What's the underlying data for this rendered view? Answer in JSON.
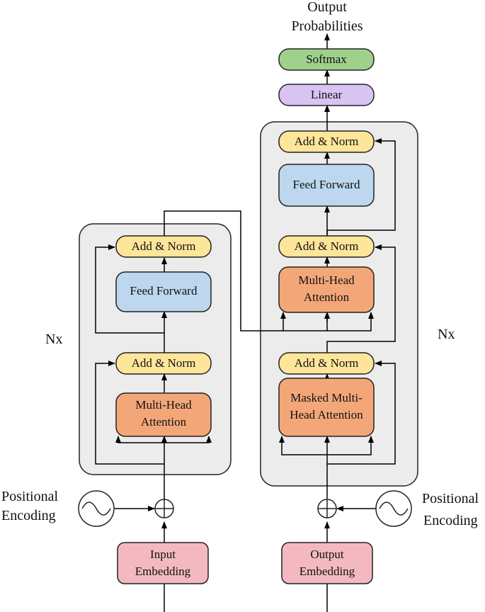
{
  "top_output": {
    "line1": "Output",
    "line2": "Probabilities"
  },
  "softmax": "Softmax",
  "linear": "Linear",
  "encoder": {
    "nx": "Nx",
    "add_norm": "Add & Norm",
    "feed_forward": "Feed Forward",
    "attention": {
      "line1": "Multi-Head",
      "line2": "Attention"
    },
    "positional": {
      "line1": "Positional",
      "line2": "Encoding"
    },
    "embedding": {
      "line1": "Input",
      "line2": "Embedding"
    }
  },
  "decoder": {
    "nx": "Nx",
    "add_norm": "Add & Norm",
    "feed_forward": "Feed Forward",
    "cross_attention": {
      "line1": "Multi-Head",
      "line2": "Attention"
    },
    "masked_attention": {
      "line1": "Masked Multi-",
      "line2": "Head Attention"
    },
    "positional": {
      "line1": "Positional",
      "line2": "Encoding"
    },
    "embedding": {
      "line1": "Output",
      "line2": "Embedding"
    }
  },
  "colors": {
    "container_fill": "#ececec",
    "add_norm": "#fde59a",
    "feed_forward": "#bcd7ee",
    "attention": "#f3a779",
    "embedding": "#f4b9c0",
    "linear": "#d9c3f2",
    "softmax": "#9fd08c"
  }
}
